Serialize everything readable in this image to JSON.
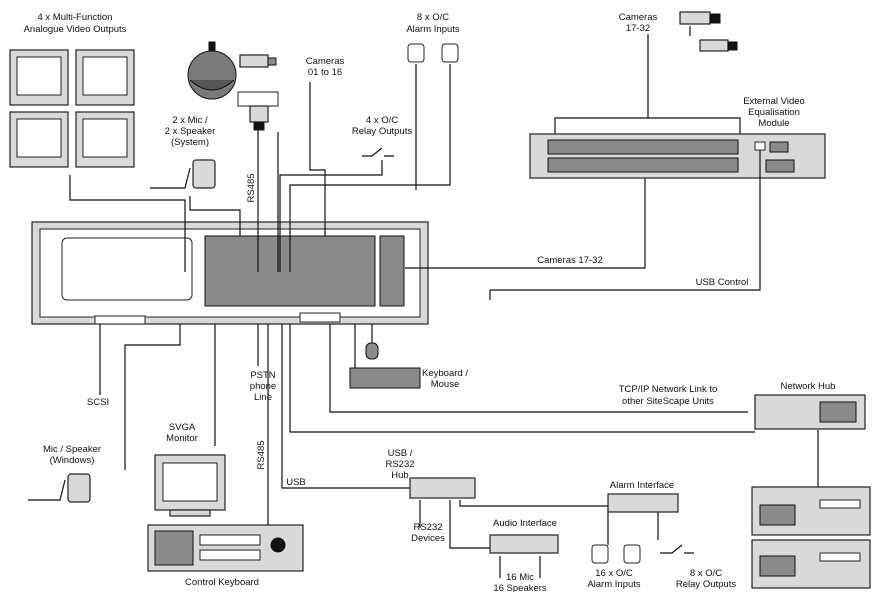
{
  "labels": {
    "monitors": [
      "4 x Multi-Function",
      "Analogue Video Outputs"
    ],
    "alarm_inputs_top": [
      "8 x O/C",
      "Alarm Inputs"
    ],
    "cameras_top": [
      "Cameras",
      "17-32"
    ],
    "cameras_1_16": [
      "Cameras",
      "01 to 16"
    ],
    "mic_speaker_system": [
      "2 x Mic /",
      "2 x Speaker",
      "(System)"
    ],
    "relay_outputs_top": [
      "4 x O/C",
      "Relay Outputs"
    ],
    "eq_module": [
      "External Video",
      "Equalisation",
      "Module"
    ],
    "rs485_a": "RS485",
    "cameras_17_32_line": "Cameras 17-32",
    "usb_control": "USB Control",
    "scsi": "SCSI",
    "pstn": [
      "PSTN",
      "phone",
      "Line"
    ],
    "keyboard_mouse": [
      "Keyboard /",
      "Mouse"
    ],
    "network_link": [
      "TCP/IP Network Link to",
      "other SiteScape Units"
    ],
    "network_hub": "Network Hub",
    "svga_monitor": [
      "SVGA",
      "Monitor"
    ],
    "mic_speaker_windows": [
      "Mic / Speaker",
      "(Windows)"
    ],
    "rs485_b": "RS485",
    "usb_small": "USB",
    "usb_rs232": [
      "USB /",
      "RS232",
      "Hub"
    ],
    "rs232_devices": [
      "RS232",
      "Devices"
    ],
    "audio_interface": "Audio Interface",
    "alarm_interface": "Alarm Interface",
    "mic_zones": [
      "16 Mic",
      "16 Speakers"
    ],
    "alarm_inputs_16": [
      "16 x O/C",
      "Alarm Inputs"
    ],
    "relay_outputs_8": [
      "8 x O/C",
      "Relay Outputs"
    ],
    "control_keyboard": "Control Keyboard"
  },
  "colors": {
    "line": "#111111",
    "device_fill": "#d9d9d9",
    "device_dark": "#8a8a8a"
  }
}
